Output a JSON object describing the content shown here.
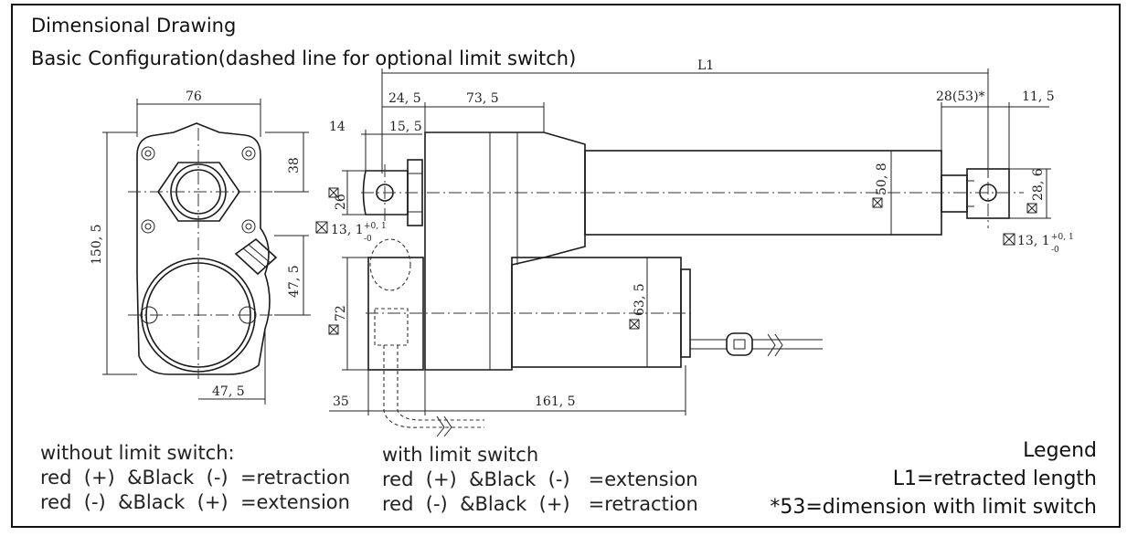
{
  "title": "Dimensional Drawing",
  "subtitle": "Basic Configuration(dashed line for optional limit switch)",
  "dimensions": {
    "front_width": "76",
    "front_height": "150, 5",
    "front_top_offset": "38",
    "front_side_offset": "47, 5",
    "front_bottom_offset": "47, 5",
    "total_length": "L1",
    "rear_clevis_14": "14",
    "rear_clevis_15_5": "15, 5",
    "rear_24_5": "24, 5",
    "housing_73_5": "73, 5",
    "front_28_53": "28(53)*",
    "front_11_5": "11, 5",
    "rear_square": "26",
    "rear_hole": "13, 1",
    "tube_square": "50, 8",
    "front_square": "28, 6",
    "front_hole": "13, 1",
    "tolerance_upper": "+0, 1",
    "tolerance_lower": "-0",
    "motor_offset": "72",
    "motor_square": "63, 5",
    "bottom_35": "35",
    "bottom_161_5": "161, 5"
  },
  "notes_without": {
    "heading": "without limit switch:",
    "line1": "red  (+)  &Black  (-)  =retraction",
    "line2": "red  (-)  &Black  (+)  =extension"
  },
  "notes_with": {
    "heading": "with limit switch",
    "line1": "red  (+)  &Black  (-)   =extension",
    "line2": "red  (-)  &Black  (+)   =retraction"
  },
  "legend": {
    "heading": "Legend",
    "line1": "L1=retracted length",
    "line2": "*53=dimension with limit switch"
  }
}
